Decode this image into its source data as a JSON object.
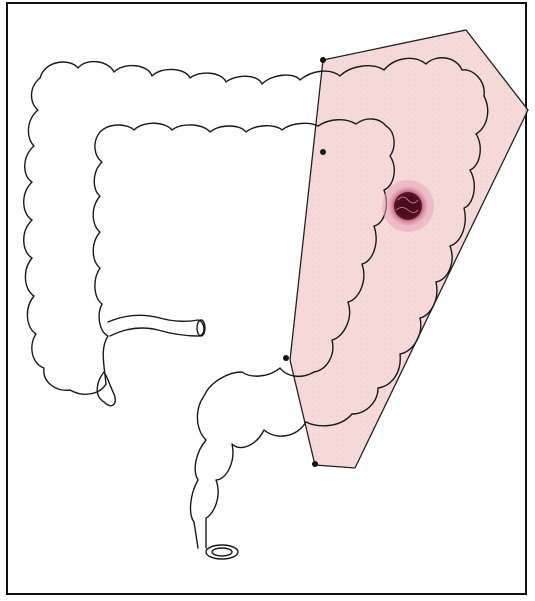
{
  "figure": {
    "subject": "",
    "colors": {
      "outline": "#1a1a1a",
      "resection_zone_fill": "#f2c9c9",
      "resection_zone_stroke": "#222222",
      "tumor": "#b0204a",
      "tumor_halo": "#d86a8a",
      "frame": "#111111"
    },
    "icons": [
      "colon-outline",
      "resection-zone",
      "tumor-lesion",
      "ligation-point-markers"
    ]
  }
}
